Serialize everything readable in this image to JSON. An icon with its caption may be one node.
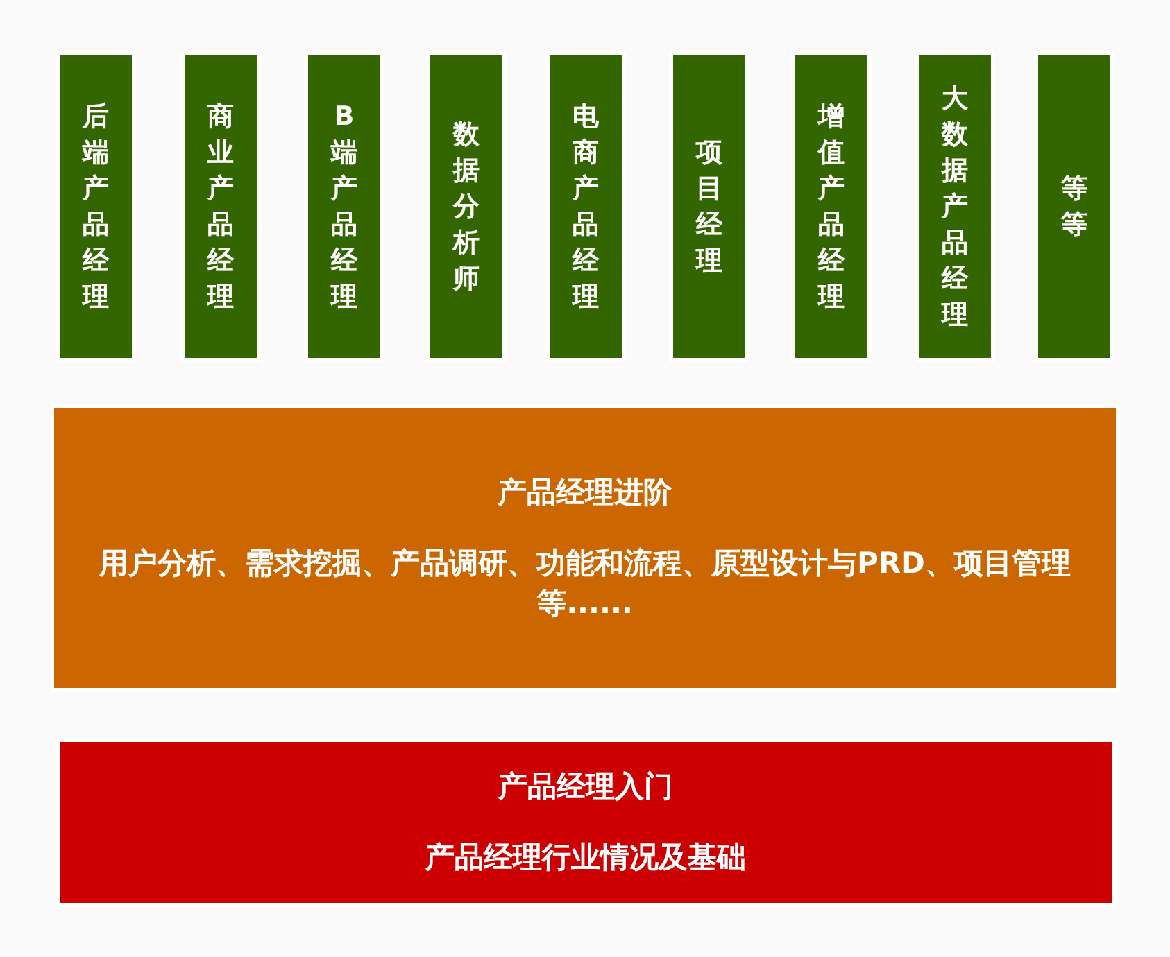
{
  "diagram": {
    "nodes": [
      {
        "text": [
          "后端产品经理"
        ]
      },
      {
        "text": [
          "商业产品经理"
        ]
      },
      {
        "text": [
          "B端产品经理"
        ]
      },
      {
        "text": [
          "数据分析师"
        ]
      },
      {
        "text": [
          "电商产品经理"
        ]
      },
      {
        "text": [
          "项目经理"
        ]
      },
      {
        "text": [
          "增值产品经理"
        ]
      },
      {
        "text": [
          "大数据产品经理"
        ]
      },
      {
        "text": [
          "等等"
        ]
      },
      {
        "text": [
          "产品经理进阶",
          "用户分析、需求挖掘、产品调研、功能和流程、原型设计与PRD、项目管理等......"
        ]
      },
      {
        "text": [
          "产品经理入门",
          "产品经理行业情况及基础"
        ]
      }
    ]
  }
}
